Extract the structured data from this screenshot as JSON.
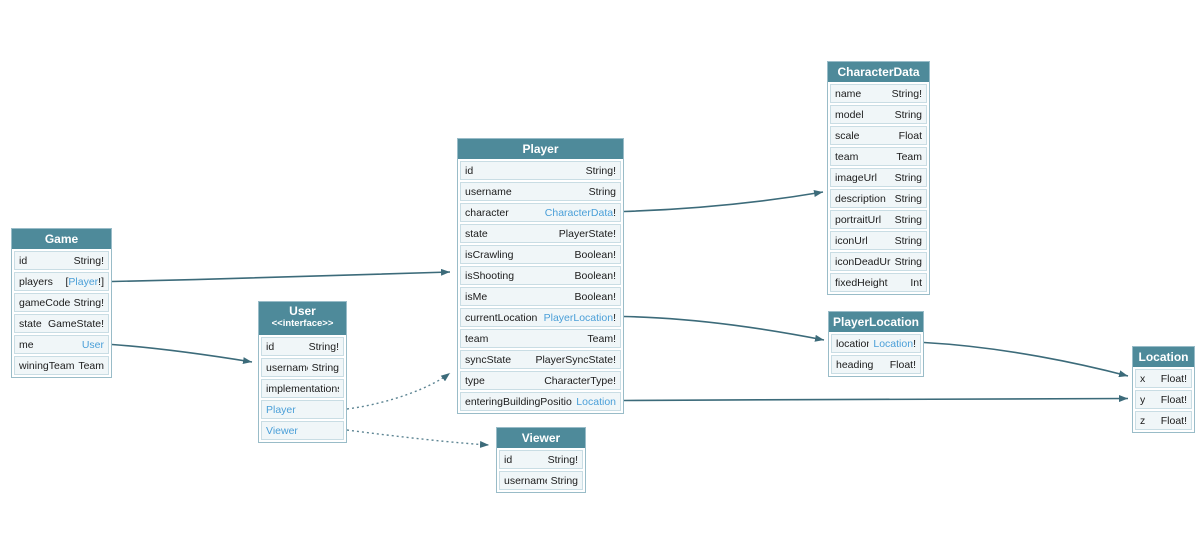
{
  "diagram": {
    "colors": {
      "header_bg": "#4e8a9a",
      "header_text": "#ffffff",
      "row_bg": "#f0f6f8",
      "row_border": "#c9dde4",
      "table_border": "#99bcc8",
      "field_text": "#1b1b1b",
      "type_link": "#4a9fd8",
      "arrow": "#3c6b7a",
      "background": "#ffffff"
    },
    "tables": [
      {
        "id": "Game",
        "title": "Game",
        "rows": [
          {
            "name": "id",
            "type": [
              {
                "text": "String!",
                "link": false
              }
            ]
          },
          {
            "name": "players",
            "type": [
              {
                "text": "[",
                "link": false
              },
              {
                "text": "Player",
                "link": true
              },
              {
                "text": "!]",
                "link": false
              }
            ]
          },
          {
            "name": "gameCode",
            "type": [
              {
                "text": "String!",
                "link": false
              }
            ]
          },
          {
            "name": "state",
            "type": [
              {
                "text": "GameState!",
                "link": false
              }
            ]
          },
          {
            "name": "me",
            "type": [
              {
                "text": "User",
                "link": true
              }
            ]
          },
          {
            "name": "winingTeam",
            "type": [
              {
                "text": "Team",
                "link": false
              }
            ]
          }
        ]
      },
      {
        "id": "User",
        "title": "User",
        "subtitle": "<<interface>>",
        "rows": [
          {
            "name": "id",
            "type": [
              {
                "text": "String!",
                "link": false
              }
            ]
          },
          {
            "name": "username",
            "type": [
              {
                "text": "String",
                "link": false
              }
            ]
          },
          {
            "name": "implementations",
            "type": []
          },
          {
            "name": "Player",
            "nameLink": true,
            "type": []
          },
          {
            "name": "Viewer",
            "nameLink": true,
            "type": []
          }
        ]
      },
      {
        "id": "Player",
        "title": "Player",
        "rows": [
          {
            "name": "id",
            "type": [
              {
                "text": "String!",
                "link": false
              }
            ]
          },
          {
            "name": "username",
            "type": [
              {
                "text": "String",
                "link": false
              }
            ]
          },
          {
            "name": "character",
            "type": [
              {
                "text": "CharacterData",
                "link": true
              },
              {
                "text": "!",
                "link": false
              }
            ]
          },
          {
            "name": "state",
            "type": [
              {
                "text": "PlayerState!",
                "link": false
              }
            ]
          },
          {
            "name": "isCrawling",
            "type": [
              {
                "text": "Boolean!",
                "link": false
              }
            ]
          },
          {
            "name": "isShooting",
            "type": [
              {
                "text": "Boolean!",
                "link": false
              }
            ]
          },
          {
            "name": "isMe",
            "type": [
              {
                "text": "Boolean!",
                "link": false
              }
            ]
          },
          {
            "name": "currentLocation",
            "type": [
              {
                "text": "PlayerLocation",
                "link": true
              },
              {
                "text": "!",
                "link": false
              }
            ]
          },
          {
            "name": "team",
            "type": [
              {
                "text": "Team!",
                "link": false
              }
            ]
          },
          {
            "name": "syncState",
            "type": [
              {
                "text": "PlayerSyncState!",
                "link": false
              }
            ]
          },
          {
            "name": "type",
            "type": [
              {
                "text": "CharacterType!",
                "link": false
              }
            ]
          },
          {
            "name": "enteringBuildingPosition",
            "type": [
              {
                "text": "Location",
                "link": true
              }
            ]
          }
        ]
      },
      {
        "id": "Viewer",
        "title": "Viewer",
        "rows": [
          {
            "name": "id",
            "type": [
              {
                "text": "String!",
                "link": false
              }
            ]
          },
          {
            "name": "username",
            "type": [
              {
                "text": "String",
                "link": false
              }
            ]
          }
        ]
      },
      {
        "id": "CharacterData",
        "title": "CharacterData",
        "rows": [
          {
            "name": "name",
            "type": [
              {
                "text": "String!",
                "link": false
              }
            ]
          },
          {
            "name": "model",
            "type": [
              {
                "text": "String",
                "link": false
              }
            ]
          },
          {
            "name": "scale",
            "type": [
              {
                "text": "Float",
                "link": false
              }
            ]
          },
          {
            "name": "team",
            "type": [
              {
                "text": "Team",
                "link": false
              }
            ]
          },
          {
            "name": "imageUrl",
            "type": [
              {
                "text": "String",
                "link": false
              }
            ]
          },
          {
            "name": "description",
            "type": [
              {
                "text": "String",
                "link": false
              }
            ]
          },
          {
            "name": "portraitUrl",
            "type": [
              {
                "text": "String",
                "link": false
              }
            ]
          },
          {
            "name": "iconUrl",
            "type": [
              {
                "text": "String",
                "link": false
              }
            ]
          },
          {
            "name": "iconDeadUrl",
            "type": [
              {
                "text": "String",
                "link": false
              }
            ]
          },
          {
            "name": "fixedHeight",
            "type": [
              {
                "text": "Int",
                "link": false
              }
            ]
          }
        ]
      },
      {
        "id": "PlayerLocation",
        "title": "PlayerLocation",
        "rows": [
          {
            "name": "location",
            "type": [
              {
                "text": "Location",
                "link": true
              },
              {
                "text": "!",
                "link": false
              }
            ]
          },
          {
            "name": "heading",
            "type": [
              {
                "text": "Float!",
                "link": false
              }
            ]
          }
        ]
      },
      {
        "id": "Location",
        "title": "Location",
        "rows": [
          {
            "name": "x",
            "type": [
              {
                "text": "Float!",
                "link": false
              }
            ]
          },
          {
            "name": "y",
            "type": [
              {
                "text": "Float!",
                "link": false
              }
            ]
          },
          {
            "name": "z",
            "type": [
              {
                "text": "Float!",
                "link": false
              }
            ]
          }
        ]
      }
    ],
    "edges": [
      {
        "from": "Game.players",
        "to": "Player",
        "style": "solid"
      },
      {
        "from": "Game.me",
        "to": "User",
        "style": "solid"
      },
      {
        "from": "User.Player",
        "to": "Player",
        "style": "dotted"
      },
      {
        "from": "User.Viewer",
        "to": "Viewer",
        "style": "dotted"
      },
      {
        "from": "Player.character",
        "to": "CharacterData",
        "style": "solid"
      },
      {
        "from": "Player.currentLocation",
        "to": "PlayerLocation",
        "style": "solid"
      },
      {
        "from": "Player.enteringBuildingPosition",
        "to": "Location",
        "style": "solid"
      },
      {
        "from": "PlayerLocation.location",
        "to": "Location",
        "style": "solid"
      }
    ]
  }
}
